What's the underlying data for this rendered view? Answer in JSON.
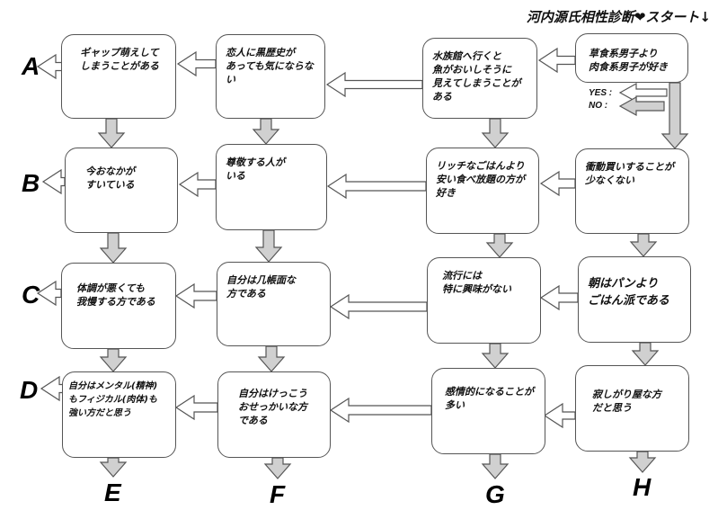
{
  "title": "河内源氏相性診断❤スタート↓",
  "legend": {
    "yes_label": "YES :",
    "no_label": "NO :",
    "yes_arrow": "white-outline-left-arrow",
    "no_arrow": "gray-filled-arrow"
  },
  "colors": {
    "yes_arrow_fill": "#ffffff",
    "no_arrow_fill": "#d0d0d0",
    "arrow_stroke": "#555555",
    "box_border": "#555555"
  },
  "questions": [
    {
      "id": "q1",
      "text": "草食系男子より\n肉食系男子が好き"
    },
    {
      "id": "q2",
      "text": "水族館へ行くと\n魚がおいしそうに\n見えてしまうことが\nある"
    },
    {
      "id": "q3",
      "text": "恋人に黒歴史が\nあっても気にならない"
    },
    {
      "id": "q4",
      "text": "ギャップ萌えして\nしまうことがある"
    },
    {
      "id": "q5",
      "text": "衝動買いすることが\n少なくない"
    },
    {
      "id": "q6",
      "text": "リッチなごはんより\n安い食べ放題の方が\n好き"
    },
    {
      "id": "q7",
      "text": "尊敬する人が\nいる"
    },
    {
      "id": "q8",
      "text": "今おなかが\nすいている"
    },
    {
      "id": "q9",
      "text": "朝はパンより\nごはん派である"
    },
    {
      "id": "q10",
      "text": "流行には\n特に興味がない"
    },
    {
      "id": "q11",
      "text": "自分は几帳面な\n方である"
    },
    {
      "id": "q12",
      "text": "体調が悪くても\n我慢する方である"
    },
    {
      "id": "q13",
      "text": "寂しがり屋な方\nだと思う"
    },
    {
      "id": "q14",
      "text": "感情的になることが\n多い"
    },
    {
      "id": "q15",
      "text": "自分はけっこう\nおせっかいな方\nである"
    },
    {
      "id": "q16",
      "text": "自分はメンタル(精神)\nもフィジカル(肉体)も\n強い方だと思う"
    }
  ],
  "results": [
    "A",
    "B",
    "C",
    "D",
    "E",
    "F",
    "G",
    "H"
  ]
}
